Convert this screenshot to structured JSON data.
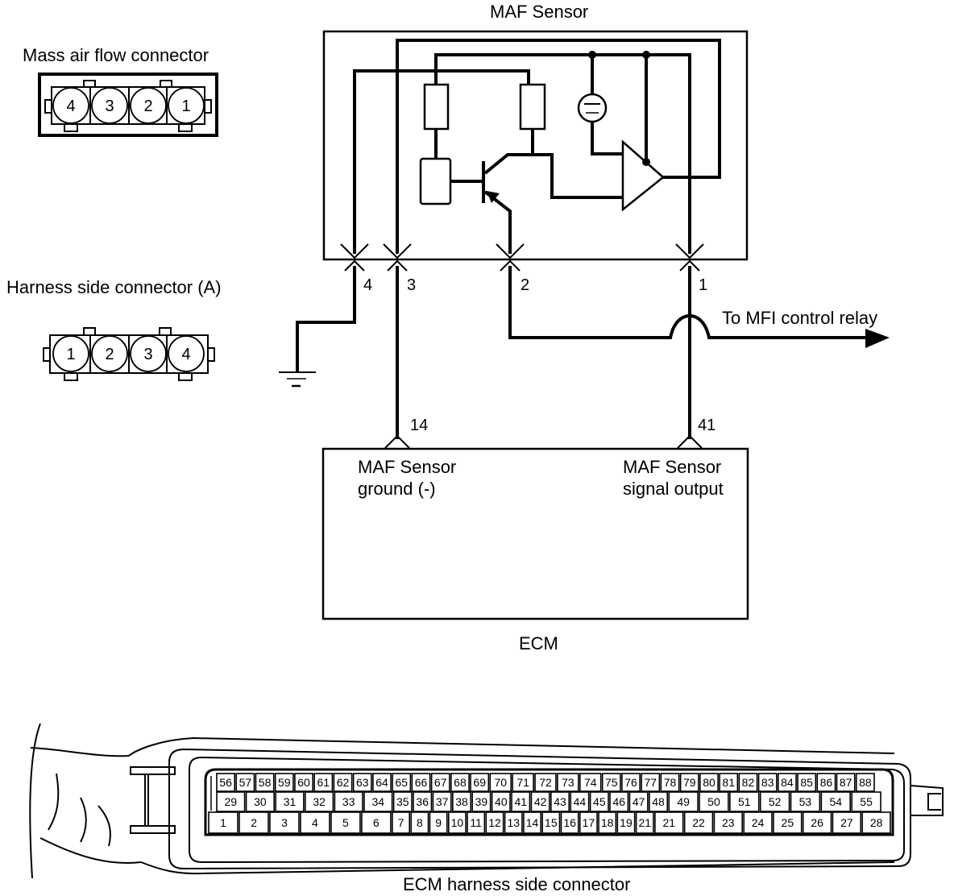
{
  "diagram": {
    "maf_sensor_title": "MAF Sensor",
    "ecm_title": "ECM",
    "relay_label": "To MFI control relay",
    "maf_connector": {
      "title": "Mass air flow connector",
      "pins": [
        "4",
        "3",
        "2",
        "1"
      ]
    },
    "harness_connector": {
      "title": "Harness side connector (A)",
      "pins": [
        "1",
        "2",
        "3",
        "4"
      ]
    },
    "sensor_pins": [
      "4",
      "3",
      "2",
      "1"
    ],
    "ecm_pins": {
      "ground_pin": "14",
      "signal_pin": "41"
    },
    "ecm_labels": {
      "ground_line1": "MAF Sensor",
      "ground_line2": "ground (-)",
      "signal_line1": "MAF Sensor",
      "signal_line2": "signal output"
    },
    "ecm_connector": {
      "title": "ECM harness side connector",
      "row_top": [
        "56",
        "57",
        "58",
        "59",
        "60",
        "61",
        "62",
        "63",
        "64",
        "65",
        "66",
        "67",
        "68",
        "69",
        "70",
        "71",
        "72",
        "73",
        "74",
        "75",
        "76",
        "77",
        "78",
        "79",
        "80",
        "81",
        "82",
        "83",
        "84",
        "85",
        "86",
        "87",
        "88"
      ],
      "row_mid": [
        "29",
        "30",
        "31",
        "32",
        "33",
        "34",
        "35",
        "36",
        "37",
        "38",
        "39",
        "40",
        "41",
        "42",
        "43",
        "44",
        "45",
        "46",
        "47",
        "48",
        "49",
        "50",
        "51",
        "52",
        "53",
        "54",
        "55"
      ],
      "row_bot": [
        "1",
        "2",
        "3",
        "4",
        "5",
        "6",
        "7",
        "8",
        "9",
        "10",
        "11",
        "12",
        "13",
        "14",
        "15",
        "16",
        "17",
        "18",
        "19",
        "21",
        "21",
        "22",
        "23",
        "24",
        "25",
        "26",
        "27",
        "28"
      ]
    }
  }
}
